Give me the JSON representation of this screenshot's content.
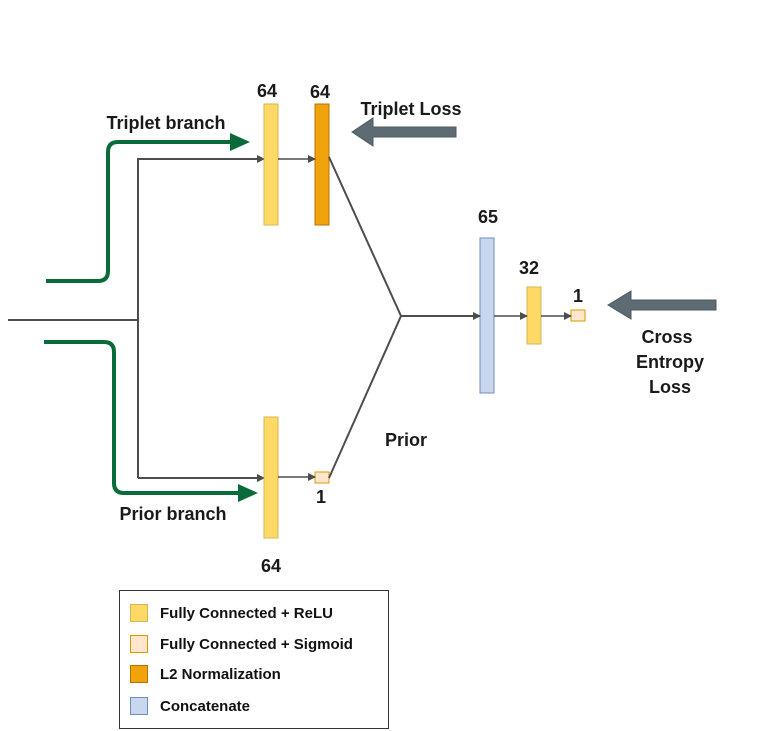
{
  "colors": {
    "fc_relu": "#FFD966",
    "fc_relu_border": "#D6B656",
    "fc_sigmoid": "#FFE6CC",
    "fc_sigmoid_border": "#D79B00",
    "l2_norm": "#F0A30A",
    "l2_norm_border": "#BD7000",
    "concat": "#C9D7EE",
    "concat_border": "#6C8EBF",
    "branch_arrow": "#0A6B3A",
    "loss_arrow": "#5F6B73",
    "edge": "#4D4D4D"
  },
  "labels": {
    "triplet_branch": "Triplet branch",
    "prior_branch": "Prior branch",
    "triplet_loss": "Triplet Loss",
    "cross_entropy_line1": "Cross",
    "cross_entropy_line2": "Entropy",
    "cross_entropy_line3": "Loss",
    "prior": "Prior"
  },
  "layers": {
    "triplet_fc": "64",
    "triplet_l2": "64",
    "prior_fc": "64",
    "prior_sigmoid": "1",
    "concat": "65",
    "head_fc": "32",
    "head_sigmoid": "1"
  },
  "legend": [
    {
      "label": "Fully Connected + ReLU",
      "color": "#FFD966",
      "border": "#D6B656"
    },
    {
      "label": "Fully Connected + Sigmoid",
      "color": "#FFE6CC",
      "border": "#D79B00"
    },
    {
      "label": "L2 Normalization",
      "color": "#F0A30A",
      "border": "#BD7000"
    },
    {
      "label": "Concatenate",
      "color": "#C9D7EE",
      "border": "#6C8EBF"
    }
  ]
}
